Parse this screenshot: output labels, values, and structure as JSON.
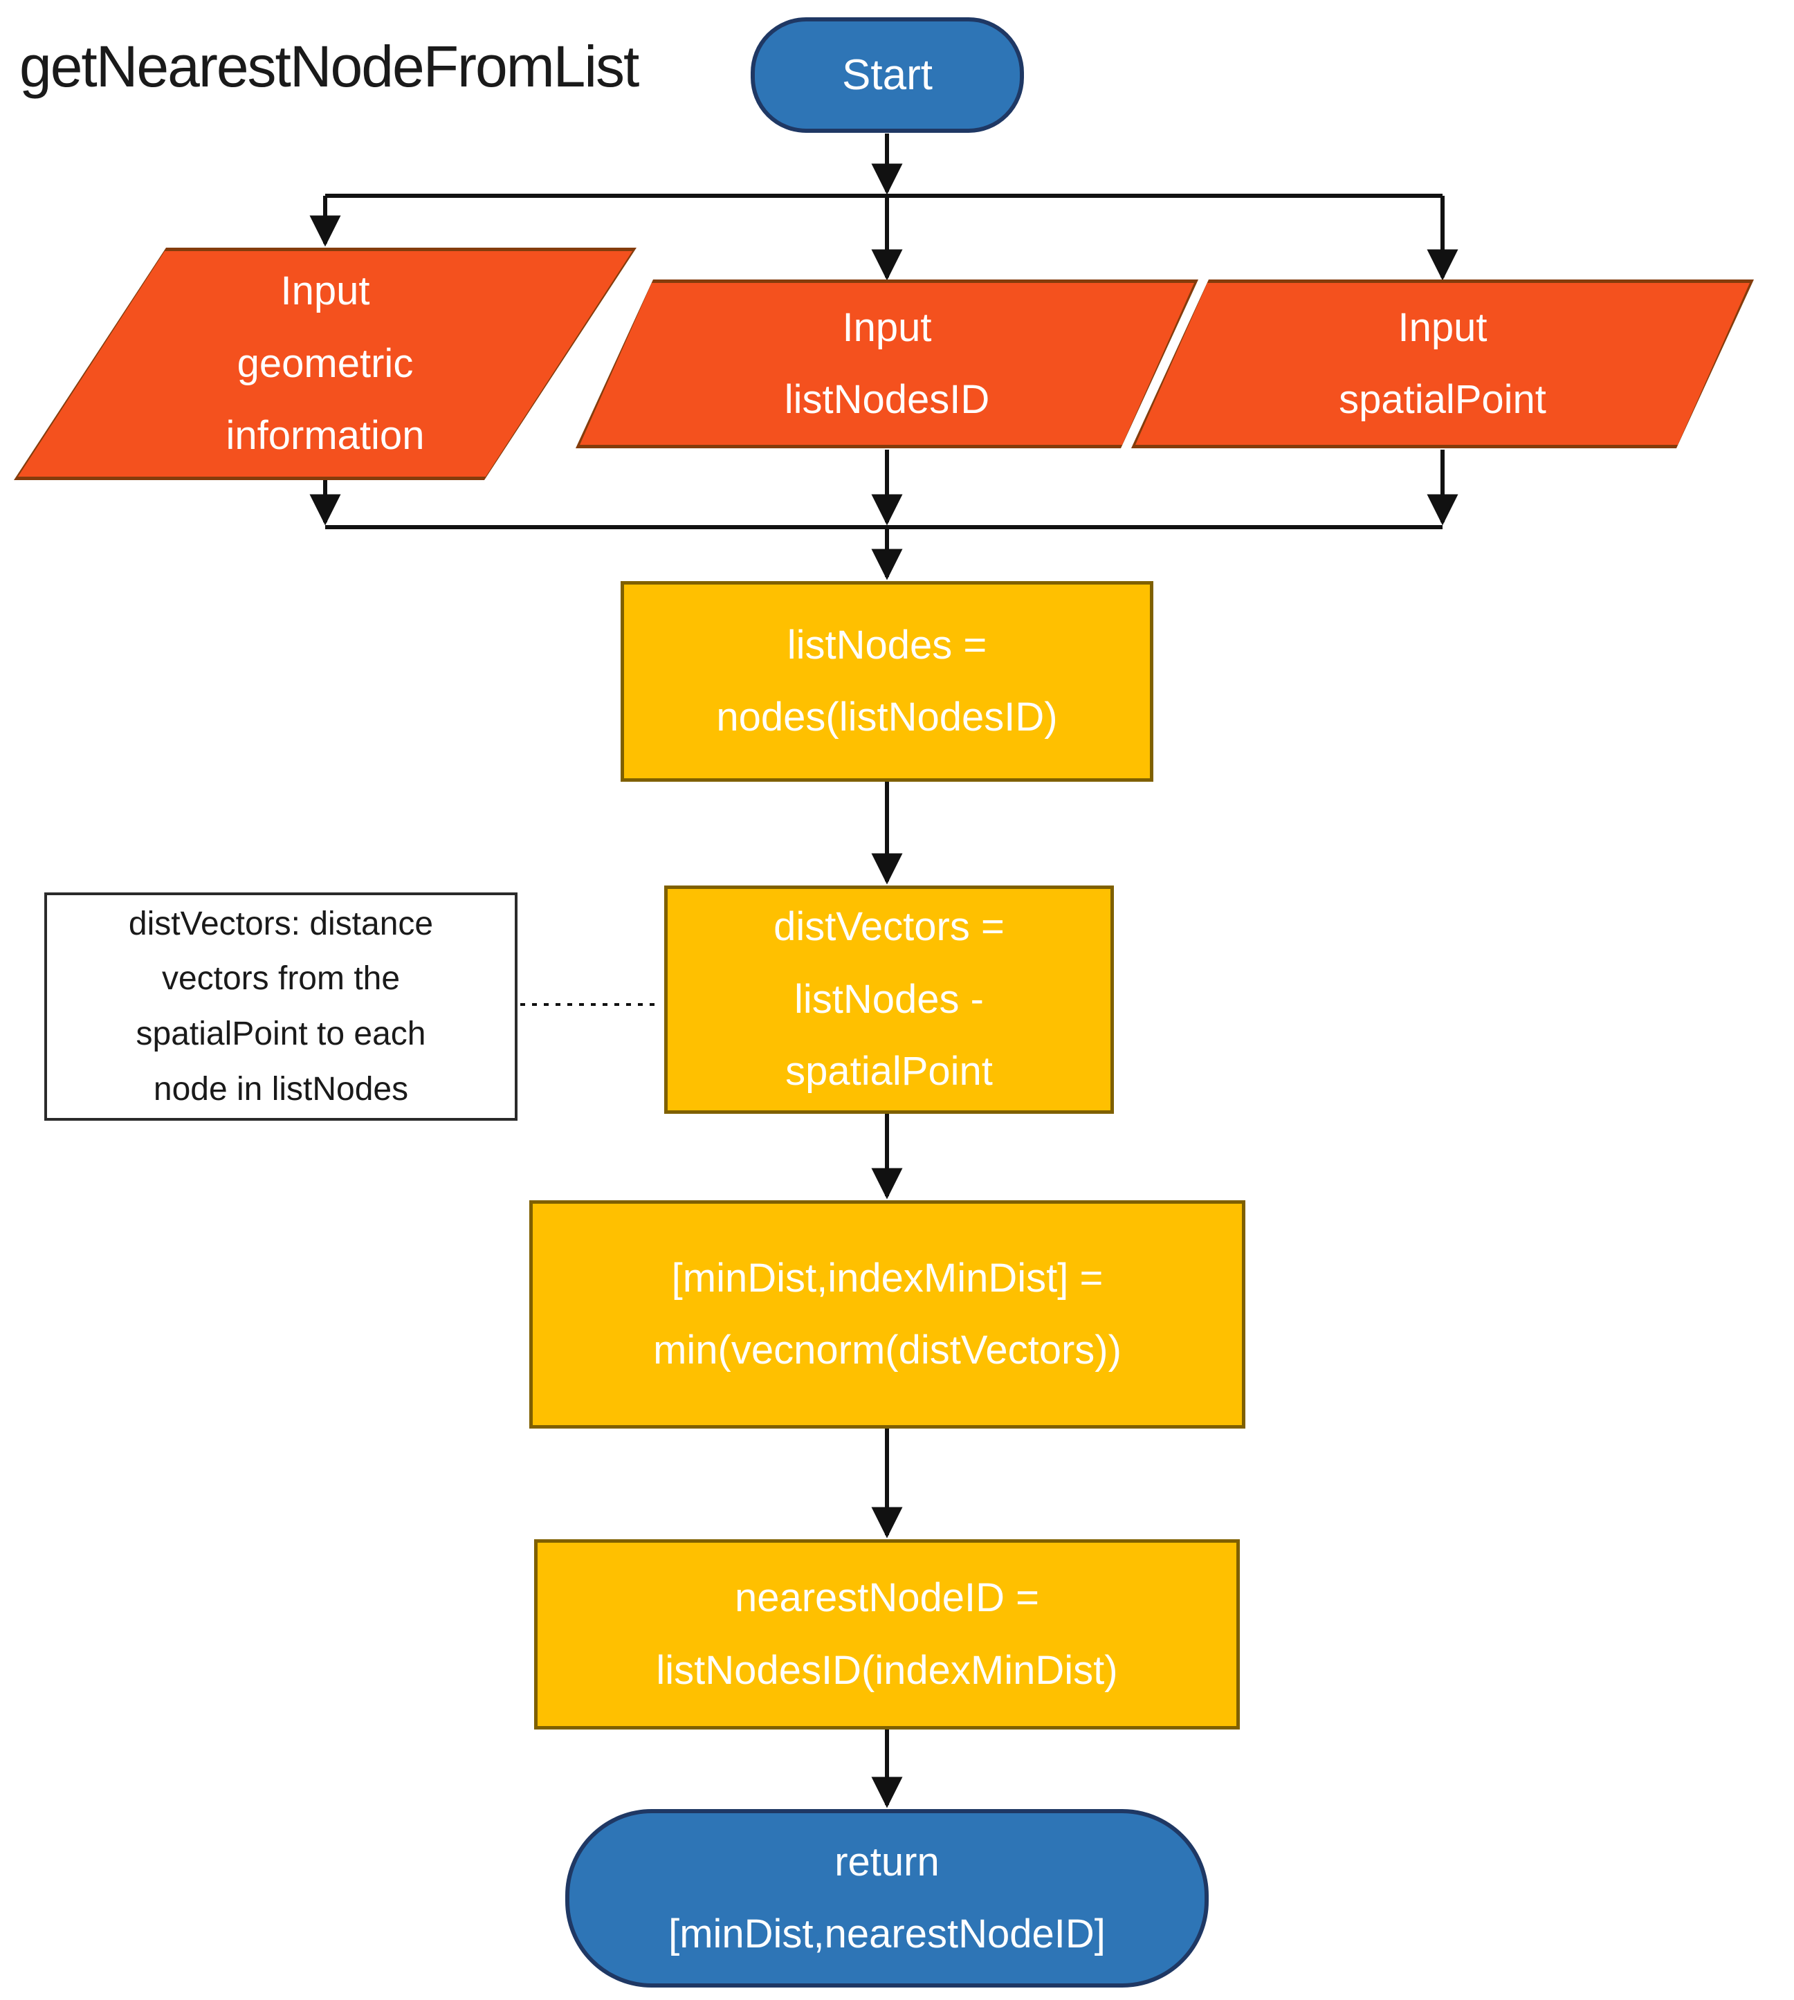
{
  "title": "getNearestNodeFromList",
  "colors": {
    "terminal_fill": "#2E75B6",
    "terminal_border": "#1F3864",
    "io_fill": "#F4511E",
    "io_border": "#843C0C",
    "process_fill": "#FFC000",
    "process_border": "#7F6000",
    "connector": "#111111",
    "note_border": "#2B2B2B",
    "text_light": "#FFFFFF",
    "text_dark": "#1A1A1A"
  },
  "nodes": {
    "start": {
      "type": "terminal",
      "label": "Start"
    },
    "input_geometric": {
      "type": "input",
      "lines": [
        "Input",
        "geometric",
        "information"
      ]
    },
    "input_list_nodes_id": {
      "type": "input",
      "lines": [
        "Input",
        "listNodesID"
      ]
    },
    "input_spatial_point": {
      "type": "input",
      "lines": [
        "Input",
        "spatialPoint"
      ]
    },
    "process_list_nodes": {
      "type": "process",
      "lines": [
        "listNodes =",
        "nodes(listNodesID)"
      ]
    },
    "process_dist_vectors": {
      "type": "process",
      "lines": [
        "distVectors =",
        "listNodes -",
        "spatialPoint"
      ]
    },
    "process_min_dist": {
      "type": "process",
      "lines": [
        "[minDist,indexMinDist] =",
        "min(vecnorm(distVectors))"
      ]
    },
    "process_nearest_node": {
      "type": "process",
      "lines": [
        "nearestNodeID =",
        "listNodesID(indexMinDist)"
      ]
    },
    "return": {
      "type": "terminal",
      "lines": [
        "return",
        "[minDist,nearestNodeID]"
      ]
    }
  },
  "annotation": {
    "lines": [
      "distVectors: distance",
      "vectors from the",
      "spatialPoint to each",
      "node in listNodes"
    ]
  }
}
